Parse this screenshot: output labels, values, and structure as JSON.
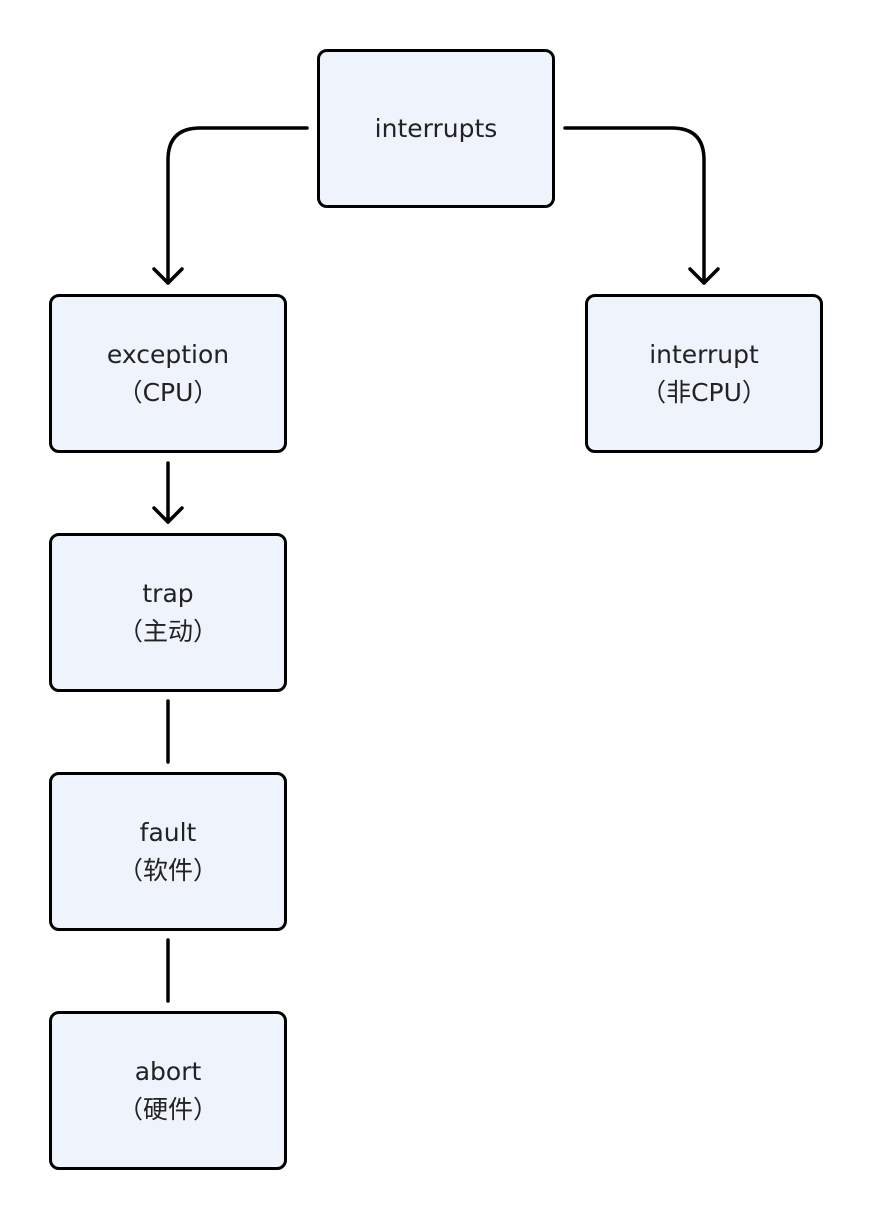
{
  "diagram": {
    "nodes": {
      "interrupts": {
        "line1": "interrupts"
      },
      "exception": {
        "line1": "exception",
        "line2": "（CPU）"
      },
      "interrupt": {
        "line1": "interrupt",
        "line2": "（非CPU）"
      },
      "trap": {
        "line1": "trap",
        "line2": "（主动）"
      },
      "fault": {
        "line1": "fault",
        "line2": "（软件）"
      },
      "abort": {
        "line1": "abort",
        "line2": "（硬件）"
      }
    },
    "edges": [
      {
        "from": "interrupts",
        "to": "exception",
        "arrow": true
      },
      {
        "from": "interrupts",
        "to": "interrupt",
        "arrow": true
      },
      {
        "from": "exception",
        "to": "trap",
        "arrow": true
      },
      {
        "from": "trap",
        "to": "fault",
        "arrow": false
      },
      {
        "from": "fault",
        "to": "abort",
        "arrow": false
      }
    ],
    "colors": {
      "node_fill": "#eef3fc",
      "stroke": "#000000",
      "text": "#222222"
    }
  }
}
